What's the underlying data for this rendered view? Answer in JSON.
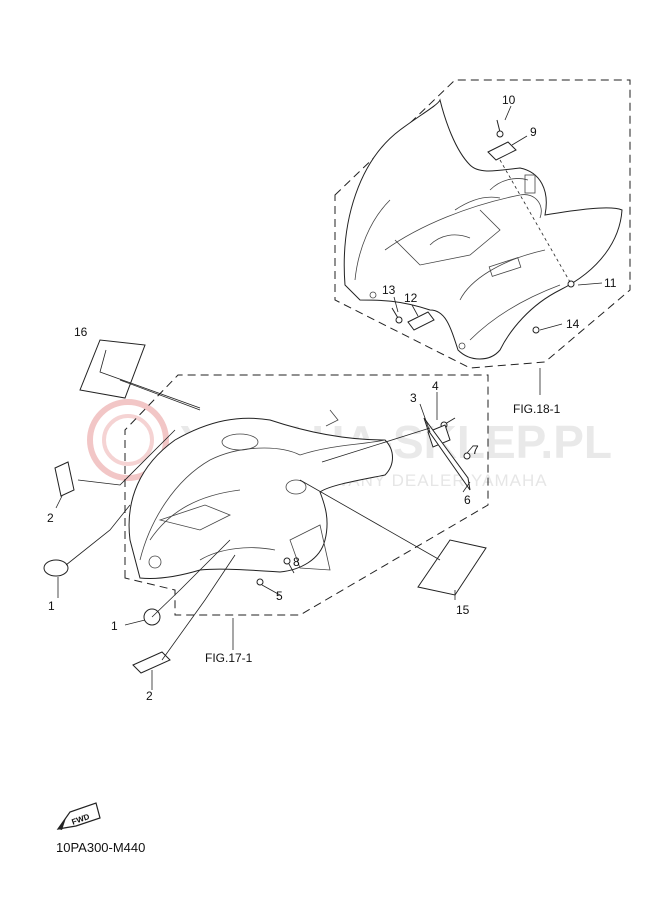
{
  "watermark": {
    "main": "YAMAHA-SKLEP.PL",
    "sub": "AUTORYZOWANY DEALER YAMAHA"
  },
  "callouts": {
    "c1a": "1",
    "c1b": "1",
    "c2a": "2",
    "c2b": "2",
    "c3": "3",
    "c4": "4",
    "c5": "5",
    "c6": "6",
    "c7": "7",
    "c8": "8",
    "c9": "9",
    "c10": "10",
    "c11": "11",
    "c12": "12",
    "c13": "13",
    "c14": "14",
    "c15": "15",
    "c16": "16"
  },
  "figure_refs": {
    "front": "FIG.17-1",
    "rear": "FIG.18-1"
  },
  "fwd_icon": {
    "label": "FWD",
    "icon": "forward-arrow-icon"
  },
  "diagram_code": "10PA300-M440"
}
